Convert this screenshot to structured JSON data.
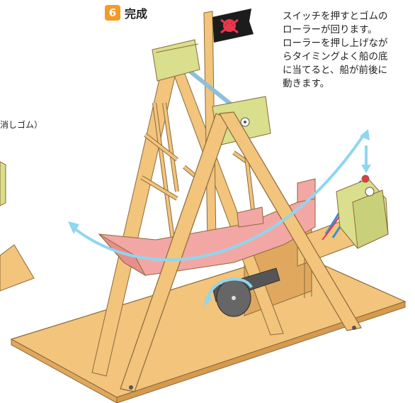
{
  "step": {
    "number": "6",
    "title": "完成"
  },
  "caption": "スイッチを押すとゴムの\nローラーが回ります。\nローラーを押し上げなが\nらタイミングよく船の底\nに当てると、船が前後に\n動きます。",
  "side_label": "消しゴム）",
  "colors": {
    "wood": "#f2c47c",
    "wood_stroke": "#8a6a3a",
    "panel": "#d9df8c",
    "boat": "#f3a7a5",
    "arrow": "#8fd6ef",
    "badge": "#f39a28",
    "flag": "#1c1c1c",
    "skull": "#e8384a",
    "wheel": "#555555",
    "wire": "#3a8fd6"
  }
}
